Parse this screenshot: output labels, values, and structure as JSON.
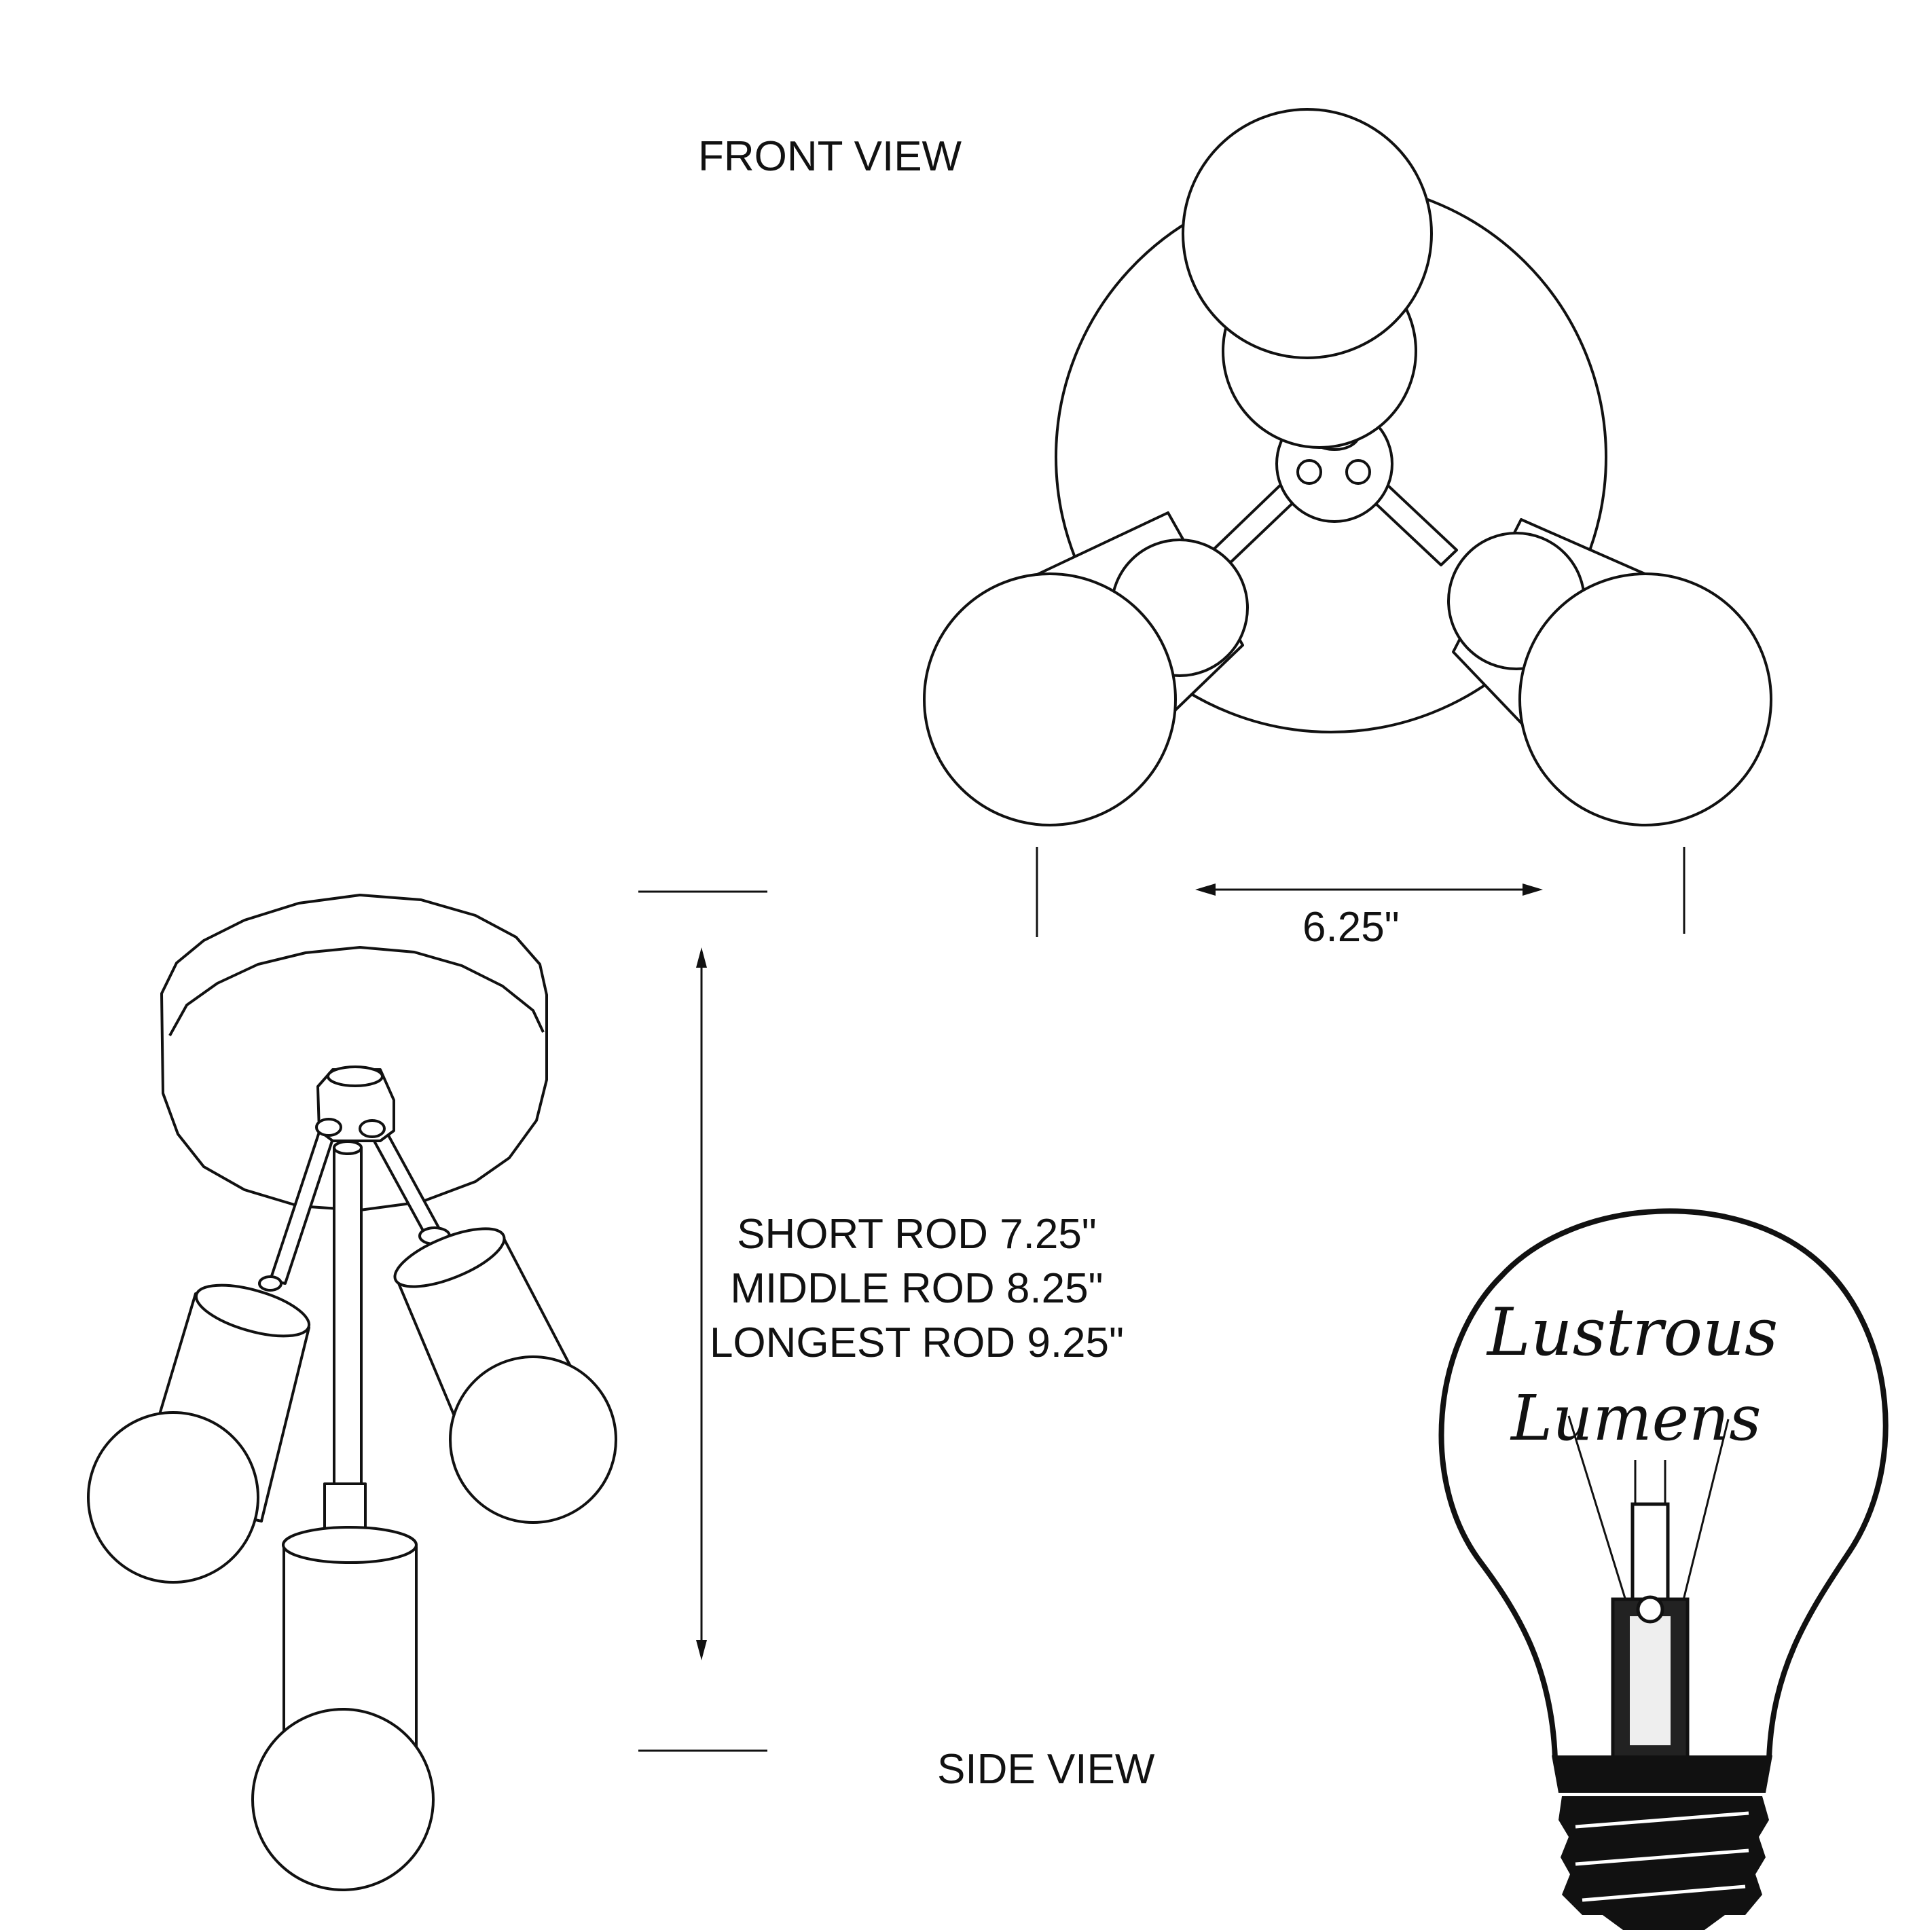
{
  "labels": {
    "front_view": "FRONT VIEW",
    "side_view": "SIDE VIEW",
    "width_dimension": "6.25\""
  },
  "rods": [
    {
      "text": "SHORT ROD 7.25\""
    },
    {
      "text": "MIDDLE ROD 8.25\""
    },
    {
      "text": "LONGEST ROD 9.25\""
    }
  ],
  "logo": {
    "line1": "Lustrous",
    "line2": "Lumens"
  },
  "colors": {
    "ink": "#111111",
    "background": "#ffffff"
  }
}
